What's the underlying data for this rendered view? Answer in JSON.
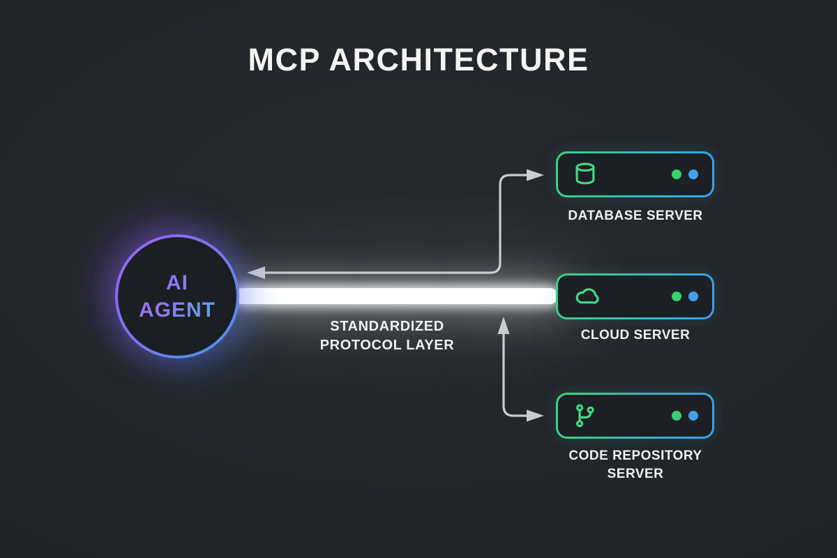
{
  "title": "MCP ARCHITECTURE",
  "agent": {
    "label_line1": "AI",
    "label_line2": "AGENT"
  },
  "protocol": {
    "label_line1": "STANDARDIZED",
    "label_line2": "PROTOCOL LAYER"
  },
  "servers": [
    {
      "id": "database",
      "icon": "database-icon",
      "label": "DATABASE SERVER"
    },
    {
      "id": "cloud",
      "icon": "cloud-icon",
      "label": "CLOUD SERVER"
    },
    {
      "id": "repo",
      "icon": "git-branch-icon",
      "label": "CODE REPOSITORY SERVER"
    }
  ],
  "colors": {
    "background": "#22262a",
    "title_text": "#f3f3f1",
    "label_text": "#eef0f2",
    "accent_purple": "#9b63f0",
    "accent_blue": "#4598e9",
    "accent_green": "#43d985",
    "box_border_green": "#3ed47e",
    "box_border_blue": "#3b9ef0",
    "dot_green": "#3ad173",
    "dot_blue": "#42a0ea",
    "arrow": "#c9cdd1",
    "bar_white": "#ffffff",
    "node_fill": "#1b1f23",
    "box_fill": "#1c2024"
  }
}
